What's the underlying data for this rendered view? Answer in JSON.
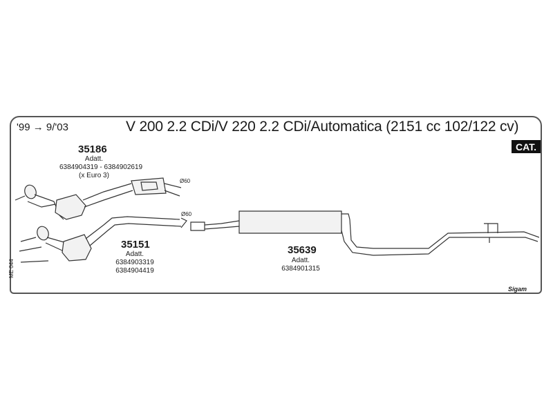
{
  "header": {
    "date_range": "'99 → 9/'03",
    "title": "V 200 2.2 CDi/V 220 2.2 CDi/Automatica (2151 cc 102/122 cv)",
    "badge": "CAT."
  },
  "parts": {
    "p35186": {
      "number": "35186",
      "adatt": "Adatt.",
      "refs": "6384904319 - 6384902619",
      "note": "(x Euro 3)",
      "diameter": "Ø60"
    },
    "p35151": {
      "number": "35151",
      "adatt": "Adatt.",
      "ref1": "6384903319",
      "ref2": "6384904419",
      "diameter": "Ø60"
    },
    "p35639": {
      "number": "35639",
      "adatt": "Adatt.",
      "ref1": "6384901315"
    }
  },
  "footer": {
    "side_code": "ME 044",
    "brand": "Sigam"
  }
}
